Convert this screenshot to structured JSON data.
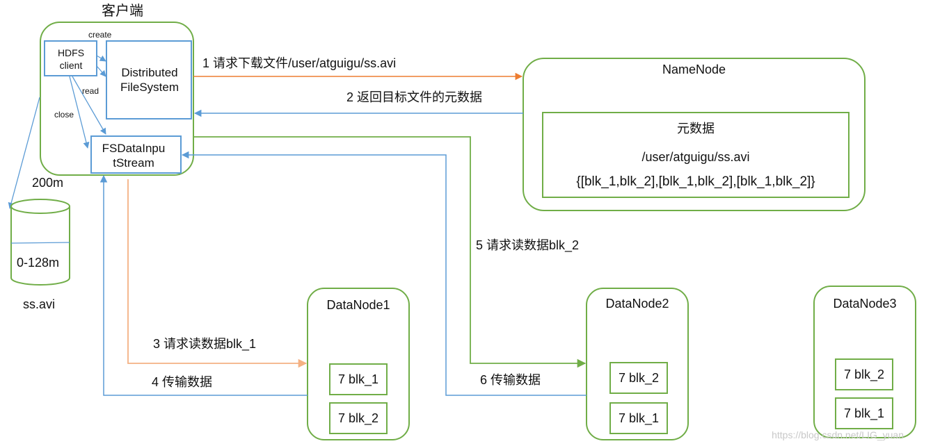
{
  "client": {
    "title": "客户端",
    "hdfs_client": "HDFS client",
    "dfs": "Distributed FileSystem",
    "fsdis": "FSDataInpu tStream",
    "create": "create",
    "read": "read",
    "close": "close"
  },
  "storage": {
    "size": "200m",
    "range": "0-128m",
    "file": "ss.avi"
  },
  "namenode": {
    "title": "NameNode",
    "meta_title": "元数据",
    "path": "/user/atguigu/ss.avi",
    "blocks": "{[blk_1,blk_2],[blk_1,blk_2],[blk_1,blk_2]}"
  },
  "arrows": {
    "a1": "1 请求下载文件/user/atguigu/ss.avi",
    "a2": "2 返回目标文件的元数据",
    "a3": "3 请求读数据blk_1",
    "a4": "4 传输数据",
    "a5": "5 请求读数据blk_2",
    "a6": "6 传输数据"
  },
  "datanodes": [
    {
      "title": "DataNode1",
      "blocks": [
        "7 blk_1",
        "7 blk_2"
      ]
    },
    {
      "title": "DataNode2",
      "blocks": [
        "7 blk_2",
        "7 blk_1"
      ]
    },
    {
      "title": "DataNode3",
      "blocks": [
        "7 blk_2",
        "7 blk_1"
      ]
    }
  ],
  "watermark": "https://blog.csdn.net/LIG_yuan",
  "colors": {
    "green": "#70ad47",
    "blue": "#5b9bd5",
    "orange": "#ed7d31",
    "lightorange": "#f4b183"
  }
}
